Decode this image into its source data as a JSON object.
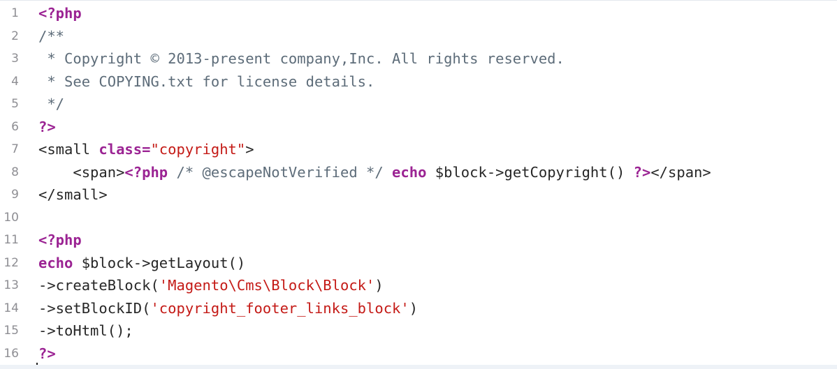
{
  "editor": {
    "lines": [
      {
        "number": "1",
        "tokens": [
          {
            "t": "<?php",
            "k": "kw"
          }
        ]
      },
      {
        "number": "2",
        "tokens": [
          {
            "t": "/**",
            "k": "cm"
          }
        ]
      },
      {
        "number": "3",
        "tokens": [
          {
            "t": " * Copyright © 2013-present company,Inc. All rights reserved.",
            "k": "cm"
          }
        ]
      },
      {
        "number": "4",
        "tokens": [
          {
            "t": " * See COPYING.txt for license details.",
            "k": "cm"
          }
        ]
      },
      {
        "number": "5",
        "tokens": [
          {
            "t": " */",
            "k": "cm"
          }
        ]
      },
      {
        "number": "6",
        "tokens": [
          {
            "t": "?>",
            "k": "kw"
          }
        ]
      },
      {
        "number": "7",
        "tokens": [
          {
            "t": "<small ",
            "k": "pl"
          },
          {
            "t": "class=",
            "k": "kw"
          },
          {
            "t": "\"copyright\"",
            "k": "str"
          },
          {
            "t": ">",
            "k": "pl"
          }
        ]
      },
      {
        "number": "8",
        "tokens": [
          {
            "t": "    <span>",
            "k": "pl"
          },
          {
            "t": "<?php",
            "k": "kw"
          },
          {
            "t": " /* @escapeNotVerified */ ",
            "k": "cm"
          },
          {
            "t": "echo",
            "k": "kw"
          },
          {
            "t": " $block->getCopyright() ",
            "k": "pl"
          },
          {
            "t": "?>",
            "k": "kw"
          },
          {
            "t": "</span>",
            "k": "pl"
          }
        ]
      },
      {
        "number": "9",
        "tokens": [
          {
            "t": "</small>",
            "k": "pl"
          }
        ]
      },
      {
        "number": "10",
        "tokens": []
      },
      {
        "number": "11",
        "tokens": [
          {
            "t": "<?php",
            "k": "kw"
          }
        ]
      },
      {
        "number": "12",
        "tokens": [
          {
            "t": "echo",
            "k": "kw"
          },
          {
            "t": " $block->getLayout()",
            "k": "pl"
          }
        ]
      },
      {
        "number": "13",
        "tokens": [
          {
            "t": "->createBlock(",
            "k": "pl"
          },
          {
            "t": "'Magento\\Cms\\Block\\Block'",
            "k": "str"
          },
          {
            "t": ")",
            "k": "pl"
          }
        ]
      },
      {
        "number": "14",
        "tokens": [
          {
            "t": "->setBlockID(",
            "k": "pl"
          },
          {
            "t": "'copyright_footer_links_block'",
            "k": "str"
          },
          {
            "t": ")",
            "k": "pl"
          }
        ]
      },
      {
        "number": "15",
        "tokens": [
          {
            "t": "->toHtml();",
            "k": "pl"
          }
        ]
      },
      {
        "number": "16",
        "tokens": [
          {
            "t": "?>",
            "k": "kw"
          }
        ]
      }
    ]
  },
  "colors": {
    "keyword": "#9b2393",
    "string": "#c41a16",
    "comment": "#5d6c79",
    "plain": "#262626",
    "line_number": "#8e8e93"
  }
}
